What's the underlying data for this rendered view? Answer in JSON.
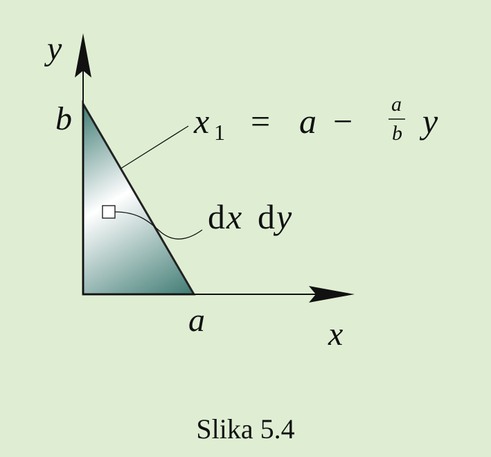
{
  "labels": {
    "y_axis": "y",
    "x_axis": "x",
    "b_mark": "b",
    "a_mark": "a",
    "line_eq": {
      "lhs_var": "x",
      "lhs_sub": "1",
      "equals": "=",
      "a": "a",
      "minus": "−",
      "frac_num": "a",
      "frac_den": "b",
      "y": "y"
    },
    "element": {
      "d1": "d",
      "x": "x",
      "d2": "d",
      "y": "y"
    }
  },
  "caption": "Slika 5.4",
  "colors": {
    "background": "#dfeed3",
    "triangle_dark": "#3f7b73",
    "triangle_light": "#ffffff",
    "ink": "#111111"
  }
}
